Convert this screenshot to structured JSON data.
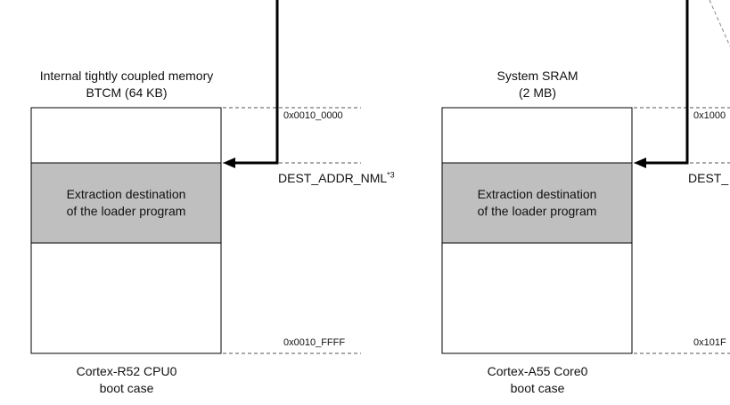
{
  "left": {
    "title_line1": "Internal tightly coupled memory",
    "title_line2": "BTCM (64 KB)",
    "region_line1": "Extraction destination",
    "region_line2": "of the loader program",
    "addr_top": "0x0010_0000",
    "addr_bottom": "0x0010_FFFF",
    "caption_line1": "Cortex-R52 CPU0",
    "caption_line2": "boot case"
  },
  "right": {
    "title_line1": "System SRAM",
    "title_line2": "(2 MB)",
    "region_line1": "Extraction destination",
    "region_line2": "of the loader program",
    "addr_top": "0x1000",
    "addr_bottom": "0x101F",
    "caption_line1": "Cortex-A55 Core0",
    "caption_line2": "boot case"
  },
  "arrow_label": "DEST_ADDR_NML",
  "arrow_label_note": "*3",
  "arrow_label_right": "DEST_",
  "colors": {
    "region_fill": "#bfbfbf",
    "stroke": "#000000",
    "dashed": "#555555"
  }
}
